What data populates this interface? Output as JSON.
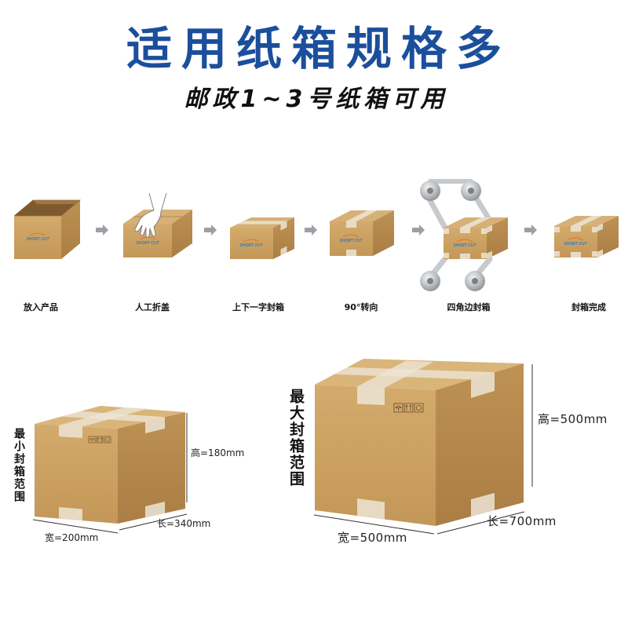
{
  "title": "适用纸箱规格多",
  "subtitle": "邮政1~3号纸箱可用",
  "brand": {
    "logo_text": "SHORT CUT"
  },
  "process": {
    "arrow_icon": "arrow-right-icon",
    "steps": [
      {
        "label": "放入产品",
        "icon": "open-box-icon"
      },
      {
        "label": "人工折盖",
        "icon": "hand-folding-box-icon"
      },
      {
        "label": "上下一字封箱",
        "icon": "taped-box-icon"
      },
      {
        "label": "90°转向",
        "icon": "rotated-box-icon"
      },
      {
        "label": "四角边封箱",
        "icon": "corner-taping-rollers-icon"
      },
      {
        "label": "封箱完成",
        "icon": "sealed-box-icon"
      }
    ]
  },
  "min_range": {
    "label": "最小封箱范围",
    "height": "高=180mm",
    "length": "长=340mm",
    "width": "宽=200mm"
  },
  "max_range": {
    "label": "最大封箱范围",
    "height": "高=500mm",
    "length": "长=700mm",
    "width": "宽=500mm"
  },
  "handling_symbols": [
    "umbrella-icon",
    "this-way-up-icon",
    "recycle-icon"
  ],
  "colors": {
    "title": "#1b4f9c",
    "text": "#111111",
    "cardboard_front": "#c99e60",
    "cardboard_side": "#b4884c",
    "cardboard_top": "#d9b57a",
    "tape": "#ece5d6",
    "logo_blue": "#2a7fc0",
    "logo_orange": "#e8772e",
    "arrow": "#9aa0a6",
    "roller": "#b9bcbf"
  }
}
